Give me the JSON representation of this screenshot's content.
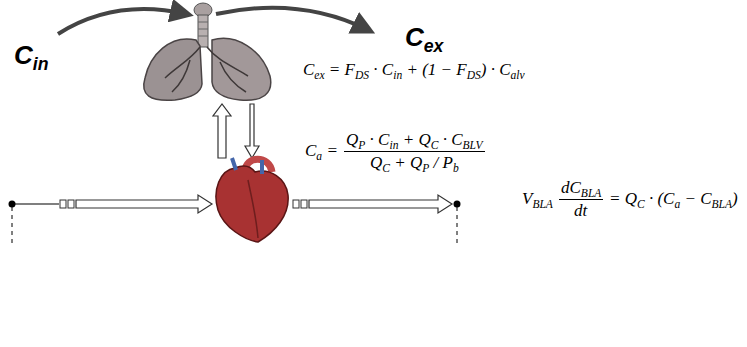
{
  "diagram": {
    "labels": [
      "Cin",
      "Cex",
      "Cex = FDS · Cin + (1 − FDS) · Calv",
      "Ca =",
      "QP · Cin + QC · CBLV",
      "QC + QP / Pb",
      "VBLA",
      "dCBLA",
      "dt",
      "= QC · (Ca − CBLA)"
    ]
  }
}
